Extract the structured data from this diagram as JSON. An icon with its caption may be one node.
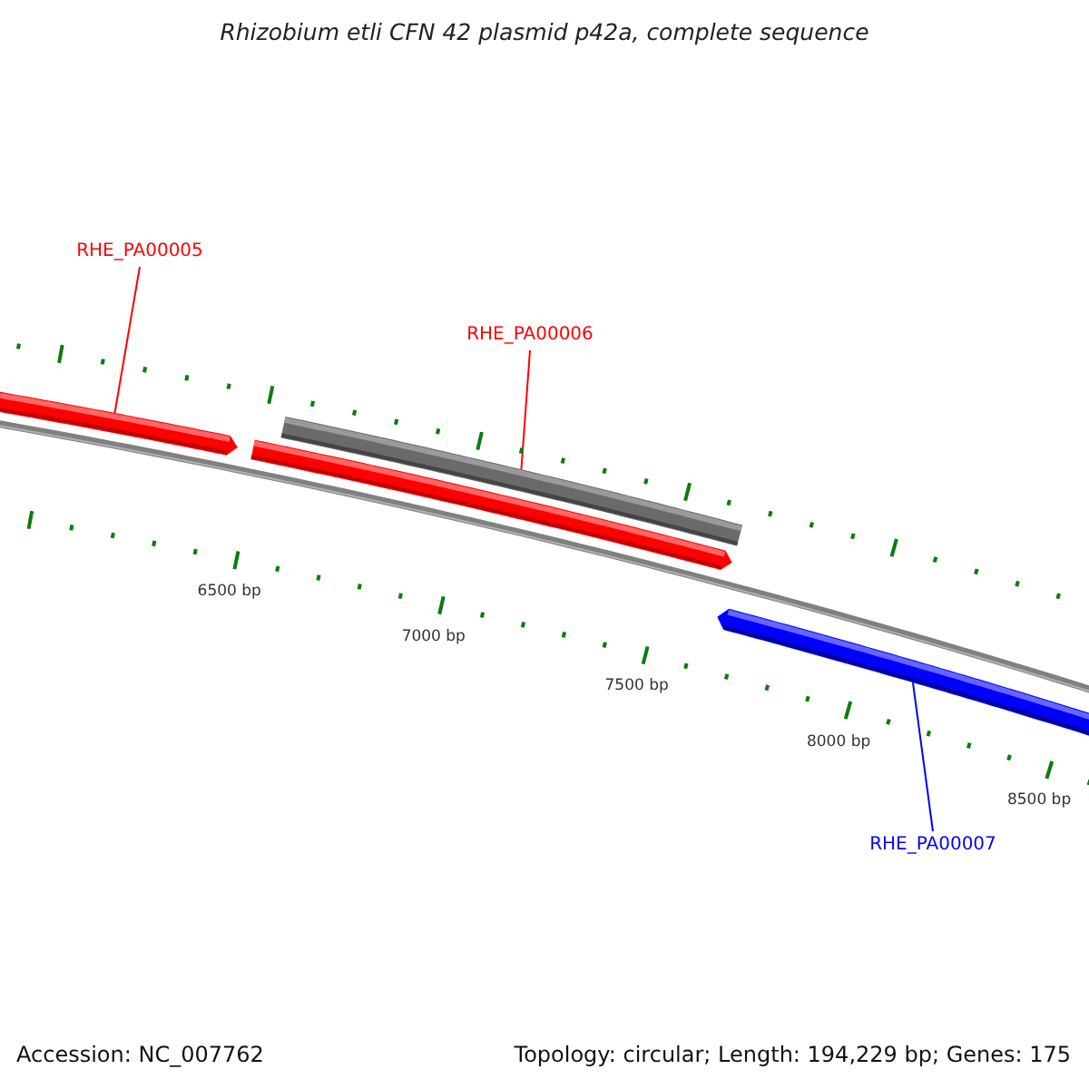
{
  "diagram": {
    "title": "Rhizobium etli CFN 42 plasmid p42a, complete sequence",
    "nodes": [
      {
        "text": [
          "RHE_PA00005"
        ]
      },
      {
        "text": [],
        "shape": "bar"
      },
      {
        "text": [
          "RHE_PA00006"
        ]
      },
      {
        "text": [],
        "shape": "bar"
      },
      {
        "text": [],
        "shape": "bar"
      },
      {
        "text": [],
        "shape": "bar"
      },
      {
        "text": [
          "RHE_PA00007"
        ]
      }
    ],
    "edges": [
      {
        "from": 0,
        "to": 1,
        "arrow": "none",
        "color": "#ff0000"
      },
      {
        "from": 2,
        "to": 3,
        "arrow": "none",
        "color": "#ff0000"
      },
      {
        "from": 6,
        "to": 5,
        "arrow": "none",
        "color": "#0000ff"
      }
    ],
    "labels": [
      "6500 bp",
      "7000 bp",
      "7500 bp",
      "8000 bp",
      "8500 bp",
      "Accession: NC_007762",
      "Topology: circular; Length: 194,229 bp; Genes: 175"
    ]
  }
}
